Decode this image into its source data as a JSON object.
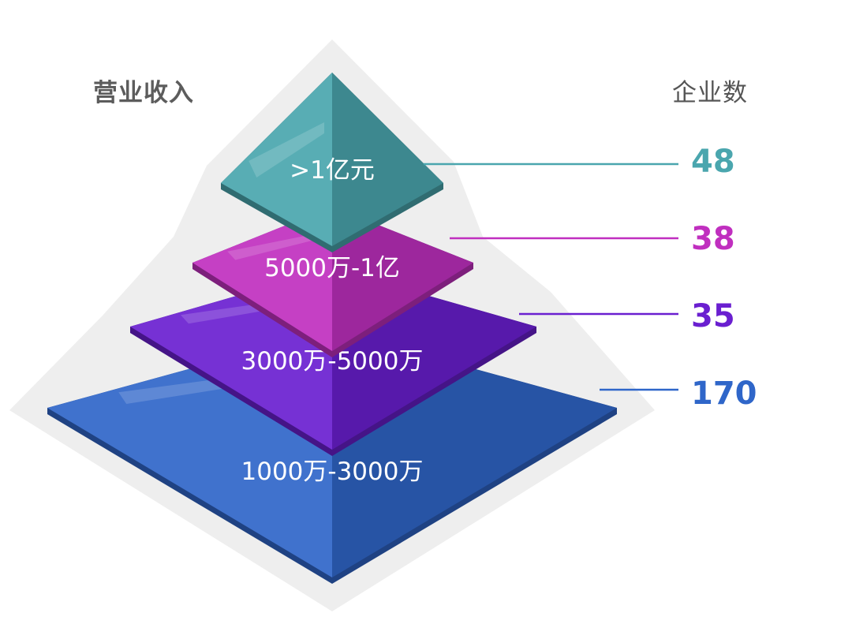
{
  "header": {
    "left_label": "营业收入",
    "right_label": "企业数"
  },
  "colors": {
    "teal": "#4fb5bd",
    "magenta": "#c02fbf",
    "purple": "#6a1fd0",
    "blue": "#2f66c9",
    "halo": "#eeeeee"
  },
  "chart_data": {
    "type": "pyramid",
    "title": "",
    "levels": [
      {
        "label": ">1亿元",
        "value": 48,
        "color": "#4aa6ae"
      },
      {
        "label": "5000万-1亿",
        "value": 38,
        "color": "#c02fbf"
      },
      {
        "label": "3000万-5000万",
        "value": 35,
        "color": "#6a1fd0"
      },
      {
        "label": "1000万-3000万",
        "value": 170,
        "color": "#2f66c9"
      }
    ]
  }
}
